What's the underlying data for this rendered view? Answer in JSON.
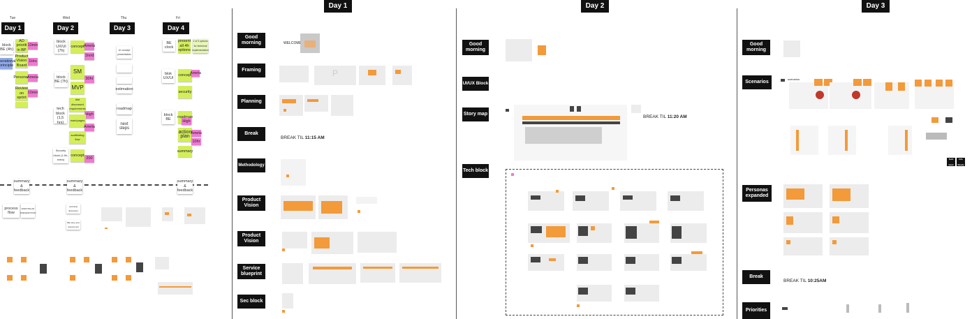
{
  "overview": {
    "day_labels": [
      "Tue",
      "Wed",
      "Thu",
      "Fri"
    ],
    "day_titles": [
      "Day 1",
      "Day 2",
      "Day 3",
      "Day 4"
    ],
    "col1": {
      "block": "block BE (4h)",
      "green": [
        "AD prioriti in BP",
        "Product Vision Board",
        "Personas",
        "Review on sprint"
      ],
      "pink": [
        "10min",
        "1Hrs",
        "Ameta",
        "10min"
      ],
      "blue": "operational principle"
    },
    "col2": {
      "block1": "block UX/UI (7h)",
      "block2": "block BE (7h)",
      "block3": "tech block (1,5 hrs)",
      "block4": "Security block (1,5h-extra)",
      "green": [
        "concept",
        "SM",
        "MVP",
        "dist discussed requirements",
        "main/pages",
        "scaffolding flow",
        "concept"
      ],
      "pink": [
        "Ameta",
        "1hr/d",
        "30hr",
        "High",
        "Ameta",
        "200"
      ]
    },
    "col3": {
      "cards": [
        "UI concept presentation",
        "",
        "",
        "estimation",
        "roadmap",
        "next steps"
      ]
    },
    "col4": {
      "block1": "BE clock",
      "block2": "blok UX/UI",
      "block3": "block BE",
      "green": [
        "present all 4h options",
        "concept",
        "security",
        "roadmap",
        "action plan",
        "summary"
      ],
      "pink": [
        "Ameta",
        "High",
        "Ameta",
        "10hr"
      ],
      "note": "1 of 3 options for technical implementation"
    },
    "summaries": [
      "summary & feedback",
      "summary & feedback",
      "summary & feedback"
    ],
    "bottom_cards": [
      "process flow",
      "ENDOTELAR PRESENTATION",
      "technical discussion",
      "BE story and requirement"
    ]
  },
  "day1": {
    "title": "Day 1",
    "sections": [
      "Good morning",
      "Framing",
      "Planning",
      "Break",
      "Methodology",
      "Product Vision",
      "Product Vision",
      "Service blueprint",
      "Sec block"
    ],
    "welcome": "WELCOME",
    "break_text": "BREAK TIL",
    "break_time": "11:15 AM"
  },
  "day2": {
    "title": "Day 2",
    "sections": [
      "Good morning",
      "UI/UX Block",
      "Story map",
      "Tech block"
    ],
    "break_text": "BREAK TIL",
    "break_time": "11:20 AM"
  },
  "day3": {
    "title": "Day 3",
    "sections": [
      "Good morning",
      "Scenarios",
      "Personas expanded",
      "Break",
      "Priorities"
    ],
    "break_text": "BREAK TIL",
    "break_time": "10:25AM",
    "scenario_title": "scenarios",
    "small_tags": [
      "Tech team",
      "Info Ready"
    ]
  },
  "colors": {
    "orange": "#f39a3a",
    "green_sticky": "#d4ee5a",
    "pink_sticky": "#ef7ad0",
    "blue_sticky": "#8fa8ea",
    "black_label": "#111111"
  }
}
